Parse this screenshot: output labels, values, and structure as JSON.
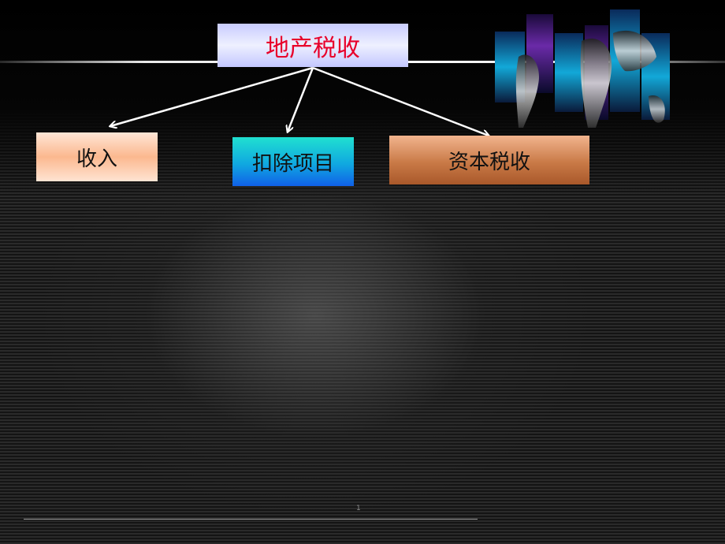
{
  "diagram": {
    "root": {
      "label": "地产税收",
      "color": "#e8002a"
    },
    "children": [
      {
        "id": "income",
        "label": "收入"
      },
      {
        "id": "deduction",
        "label": "扣除项目"
      },
      {
        "id": "capital-tax",
        "label": "资本税收"
      }
    ]
  },
  "footer": {
    "page_number": "1"
  },
  "colors": {
    "arrow": "#ffffff",
    "income_fill": "#fbb88f",
    "deduction_fill": "#10a8e0",
    "capital_fill": "#c97a47"
  }
}
